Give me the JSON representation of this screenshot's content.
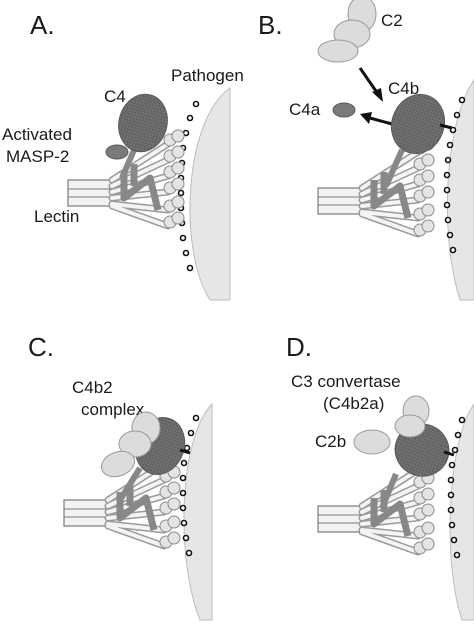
{
  "panels": {
    "a": {
      "letter": "A.",
      "pathogen": "Pathogen",
      "c4": "C4",
      "masp_line1": "Activated",
      "masp_line2": "MASP-2",
      "lectin": "Lectin"
    },
    "b": {
      "letter": "B.",
      "c2": "C2",
      "c4b": "C4b",
      "c4a": "C4a"
    },
    "c": {
      "letter": "C.",
      "complex_line1": "C4b2",
      "complex_line2": "complex"
    },
    "d": {
      "letter": "D.",
      "conv_line1": "C3 convertase",
      "conv_line2": "(C4b2a)",
      "c2b": "C2b"
    }
  },
  "colors": {
    "dark_component": "#6b6b6b",
    "light_component": "#d9d9d9",
    "lectin_fill": "#eeeeee",
    "masp_stroke": "#8a8a8a",
    "pathogen_fill": "#e6e6e6"
  }
}
